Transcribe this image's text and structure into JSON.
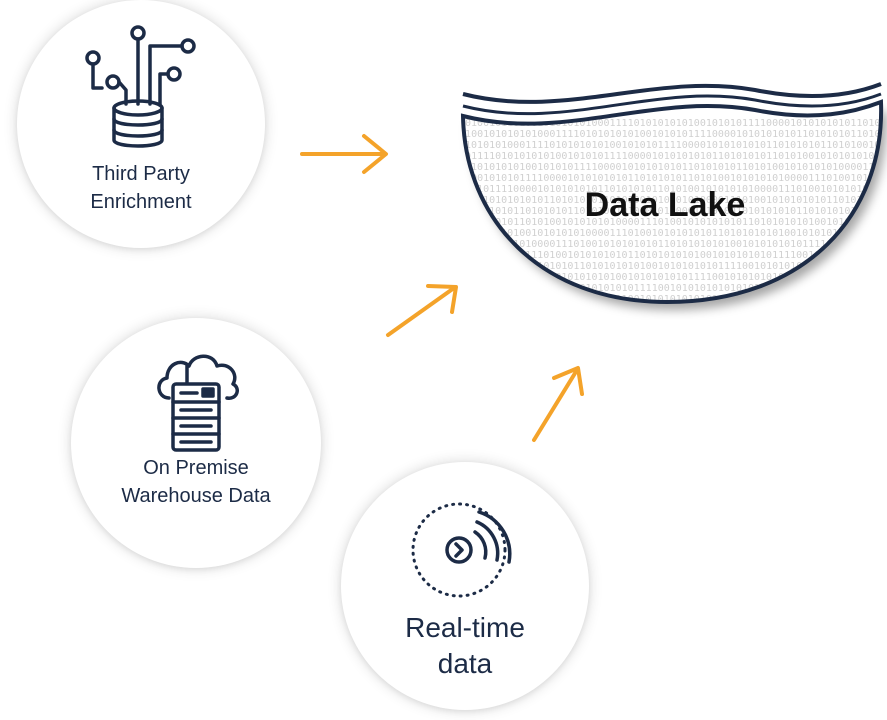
{
  "sources": [
    {
      "id": "third-party",
      "label_lines": [
        "Third Party",
        "Enrichment"
      ],
      "icon": "database-network-icon"
    },
    {
      "id": "on-premise",
      "label_lines": [
        "On Premise",
        "Warehouse Data"
      ],
      "icon": "cloud-server-icon"
    },
    {
      "id": "real-time",
      "label_lines": [
        "Real-time",
        "data"
      ],
      "icon": "streaming-signal-icon"
    }
  ],
  "target": {
    "title": "Data Lake",
    "pattern_text": "1010010110100101010101000111101010101010010101011110000101010101011010101011010100101010101000011101001010101010110101010101001010101010111100101010101010"
  },
  "colors": {
    "arrow": "#f4a32a",
    "ink": "#1c2b46",
    "circle_bg": "#ffffff"
  }
}
